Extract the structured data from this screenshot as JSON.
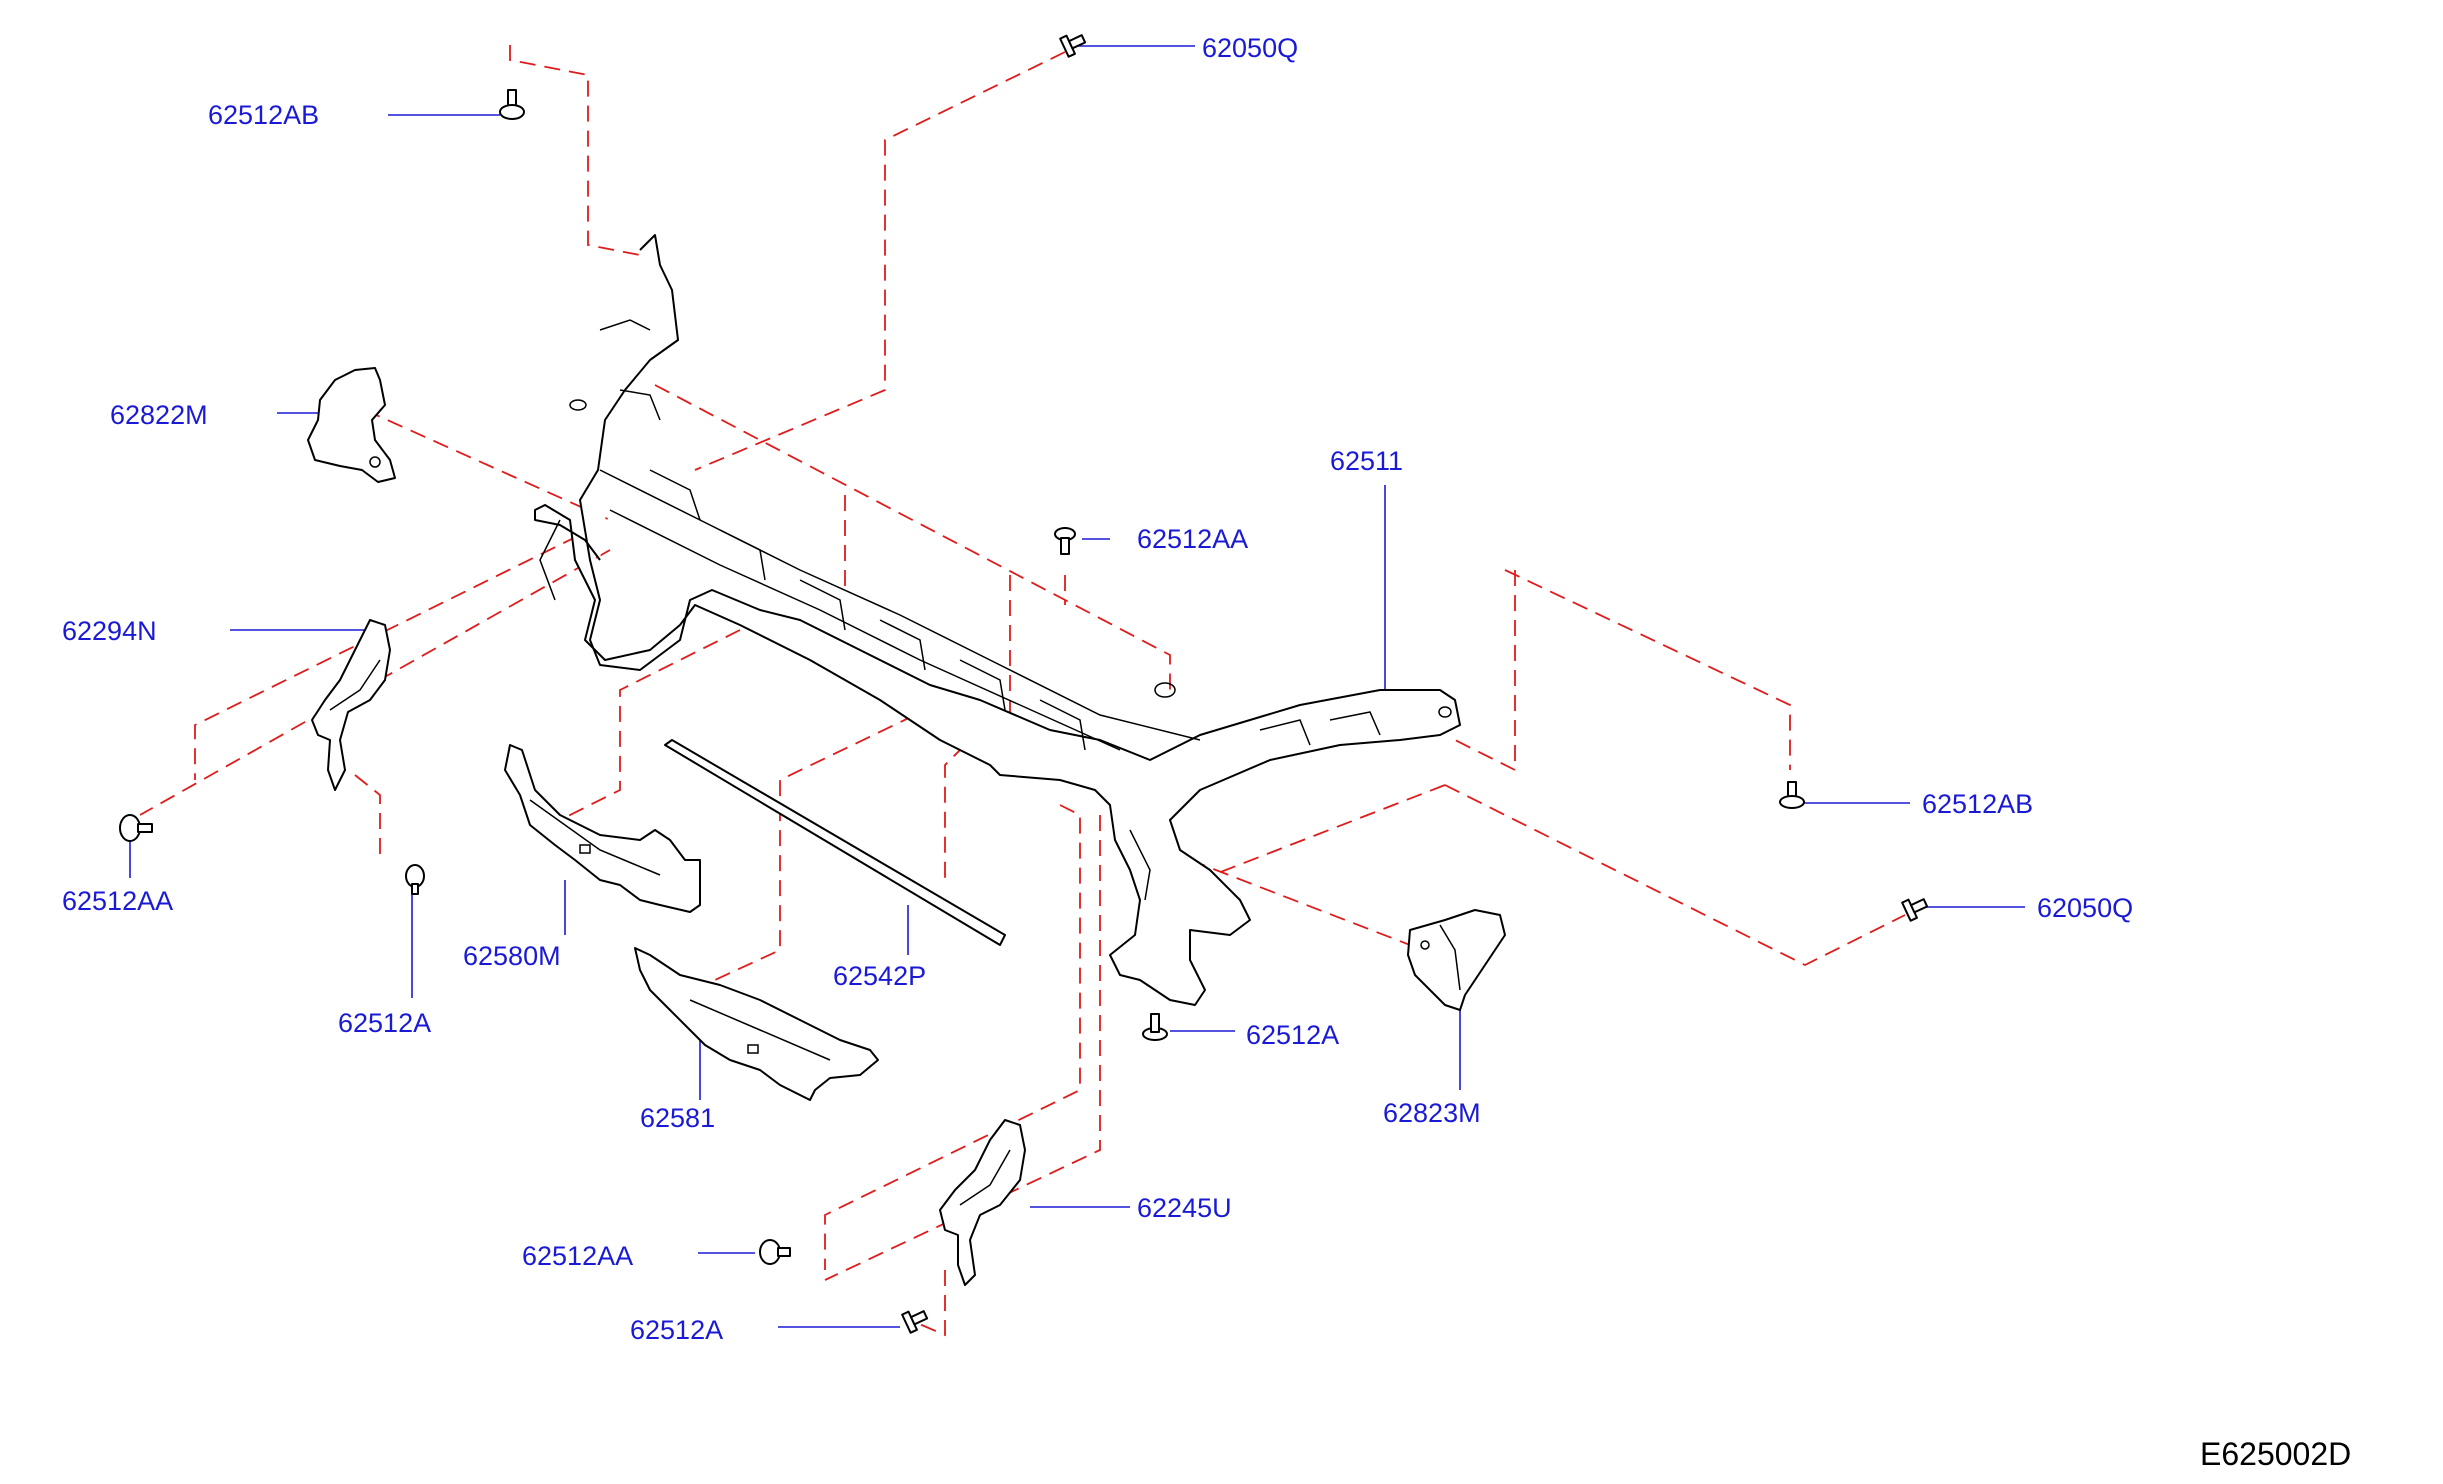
{
  "diagram_code": "E625002D",
  "labels": {
    "p62050Q_top": "62050Q",
    "p62512AB_top": "62512AB",
    "p62822M": "62822M",
    "p62511": "62511",
    "p62512AA_mid": "62512AA",
    "p62294N": "62294N",
    "p62512AB_right": "62512AB",
    "p62050Q_right": "62050Q",
    "p62512AA_left": "62512AA",
    "p62580M": "62580M",
    "p62542P": "62542P",
    "p62512A_left": "62512A",
    "p62512A_mid": "62512A",
    "p62823M": "62823M",
    "p62581": "62581",
    "p62245U": "62245U",
    "p62512AA_bottom": "62512AA",
    "p62512A_bottom": "62512A"
  }
}
